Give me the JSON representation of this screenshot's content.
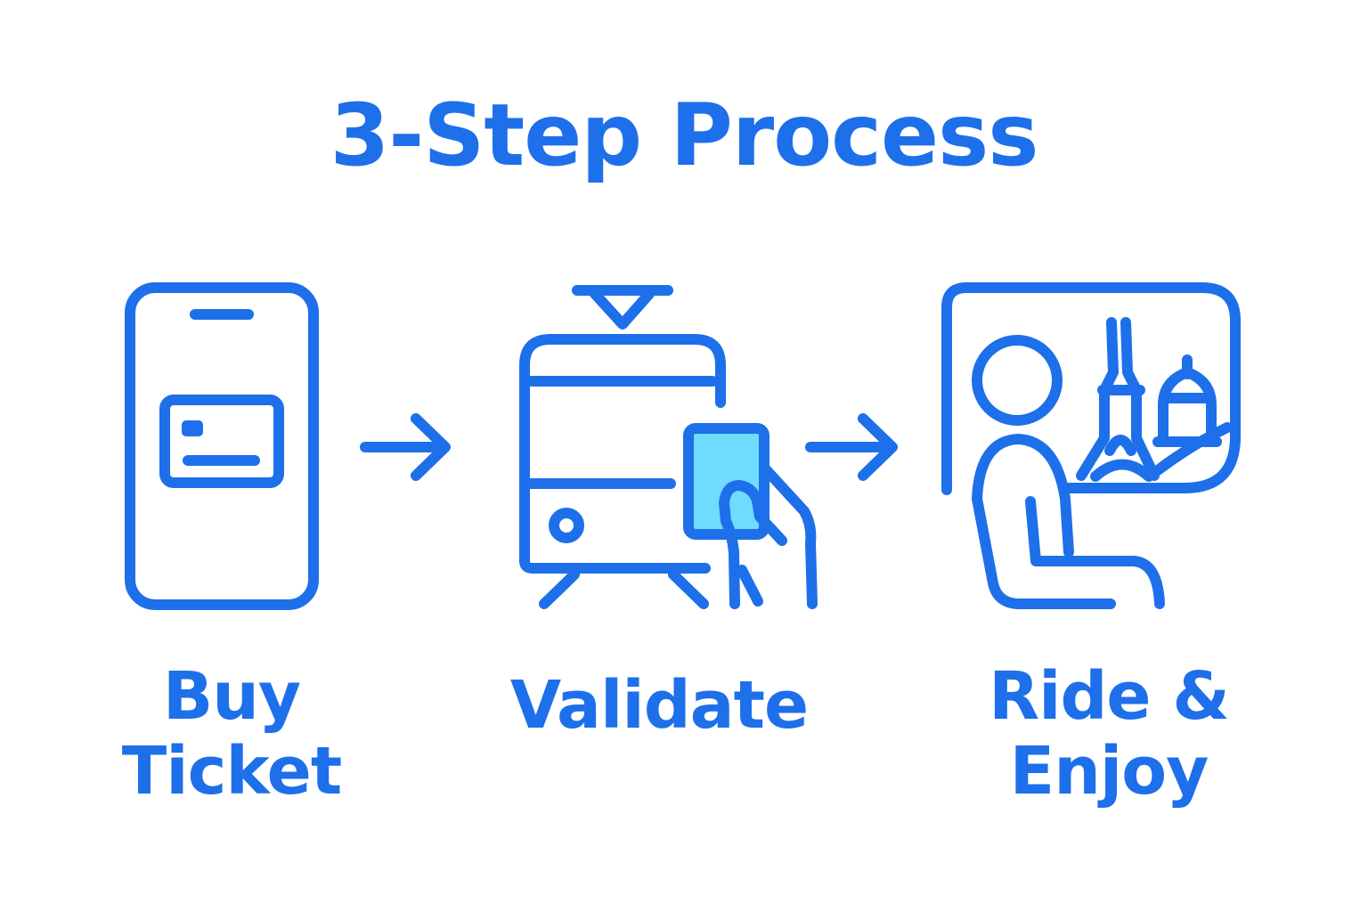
{
  "title": "3-Step Process",
  "colors": {
    "primary": "#1E6FEA",
    "accent": "#6EDCFF",
    "background": "#FFFFFF"
  },
  "steps": [
    {
      "icon": "smartphone-card-icon",
      "label_line1": "Buy",
      "label_line2": "Ticket"
    },
    {
      "icon": "tram-validate-icon",
      "label_line1": "Validate"
    },
    {
      "icon": "window-view-icon",
      "label_line1": "Ride &",
      "label_line2": "Enjoy"
    }
  ],
  "connectors": [
    "arrow-right-icon",
    "arrow-right-icon"
  ]
}
